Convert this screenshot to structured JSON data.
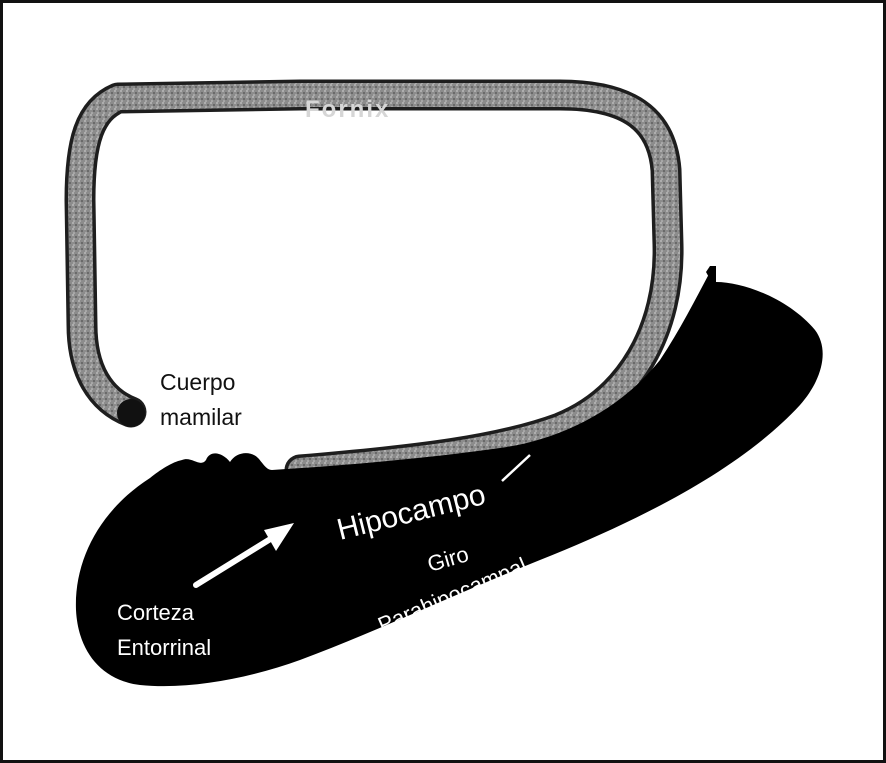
{
  "labels": {
    "fornix": "Fornix",
    "cuerpo_line1": "Cuerpo",
    "cuerpo_line2": "mamilar",
    "hipocampo": "Hipocampo",
    "giro_line1": "Giro",
    "giro_line2": "Parahipocampal",
    "corteza_line1": "Corteza",
    "corteza_line2": "Entorrinal"
  },
  "colors": {
    "fornix_band": "#8a8a8a",
    "fornix_outline": "#222222",
    "hippocampal_mass": "#000000",
    "arrow": "#ffffff"
  }
}
